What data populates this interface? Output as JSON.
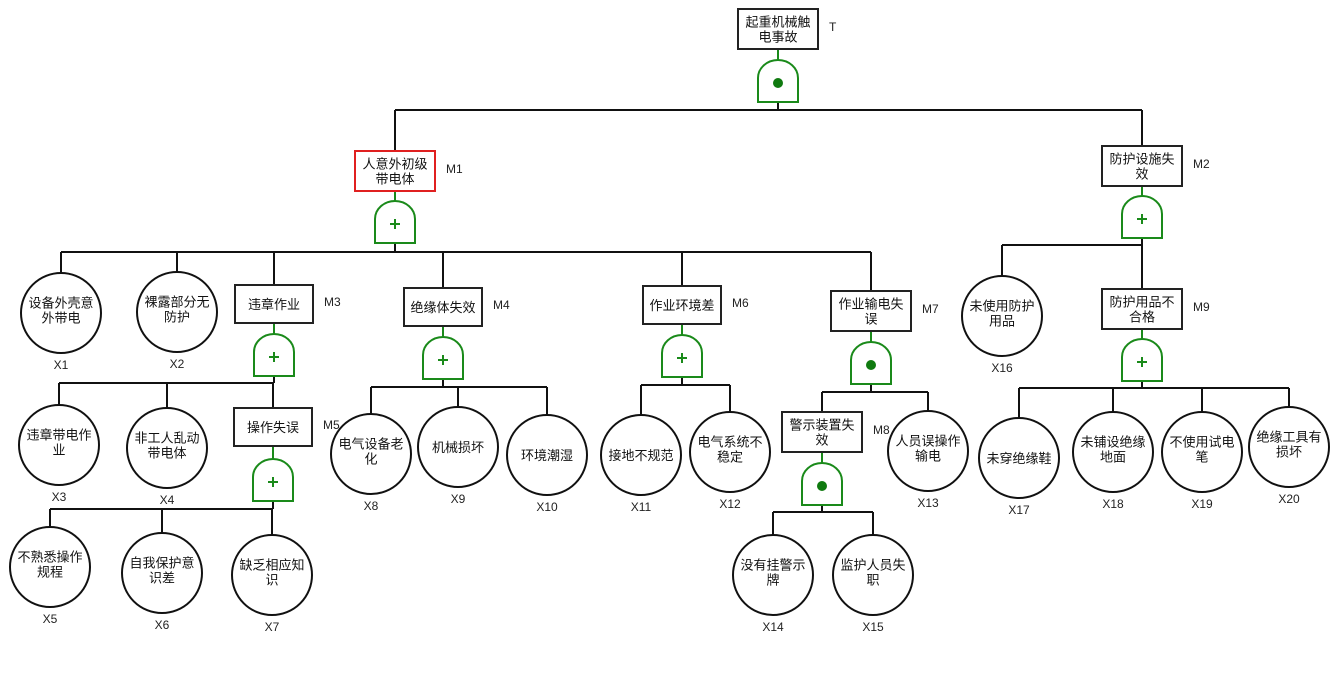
{
  "diagram": {
    "type": "fault-tree",
    "colors": {
      "gate": "#1a8a1a",
      "selected_border": "#e02020",
      "line": "#111111"
    },
    "events": [
      {
        "id": "T",
        "label_lines": [
          "起重机械触",
          "电事故"
        ],
        "gate": "and",
        "selected": false
      },
      {
        "id": "M1",
        "label_lines": [
          "人意外初级",
          "带电体"
        ],
        "gate": "or",
        "selected": true
      },
      {
        "id": "M2",
        "label_lines": [
          "防护设施失",
          "效"
        ],
        "gate": "or",
        "selected": false
      },
      {
        "id": "M3",
        "label_lines": [
          "违章作业"
        ],
        "gate": "or",
        "selected": false
      },
      {
        "id": "M4",
        "label_lines": [
          "绝缘体失效"
        ],
        "gate": "or",
        "selected": false
      },
      {
        "id": "M5",
        "label_lines": [
          "操作失误"
        ],
        "gate": "or",
        "selected": false
      },
      {
        "id": "M6",
        "label_lines": [
          "作业环境差"
        ],
        "gate": "or",
        "selected": false
      },
      {
        "id": "M7",
        "label_lines": [
          "作业输电失",
          "误"
        ],
        "gate": "and",
        "selected": false
      },
      {
        "id": "M8",
        "label_lines": [
          "警示装置失",
          "效"
        ],
        "gate": "and",
        "selected": false
      },
      {
        "id": "M9",
        "label_lines": [
          "防护用品不",
          "合格"
        ],
        "gate": "or",
        "selected": false
      }
    ],
    "basic_events": [
      {
        "id": "X1",
        "label_lines": [
          "设备外壳意",
          "外带电"
        ]
      },
      {
        "id": "X2",
        "label_lines": [
          "裸露部分无",
          "防护"
        ]
      },
      {
        "id": "X3",
        "label_lines": [
          "违章带电作",
          "业"
        ]
      },
      {
        "id": "X4",
        "label_lines": [
          "非工人乱动",
          "带电体"
        ]
      },
      {
        "id": "X5",
        "label_lines": [
          "不熟悉操作",
          "规程"
        ]
      },
      {
        "id": "X6",
        "label_lines": [
          "自我保护意",
          "识差"
        ]
      },
      {
        "id": "X7",
        "label_lines": [
          "缺乏相应知",
          "识"
        ]
      },
      {
        "id": "X8",
        "label_lines": [
          "电气设备老",
          "化"
        ]
      },
      {
        "id": "X9",
        "label_lines": [
          "机械损坏"
        ]
      },
      {
        "id": "X10",
        "label_lines": [
          "环境潮湿"
        ]
      },
      {
        "id": "X11",
        "label_lines": [
          "接地不规范"
        ]
      },
      {
        "id": "X12",
        "label_lines": [
          "电气系统不",
          "稳定"
        ]
      },
      {
        "id": "X13",
        "label_lines": [
          "人员误操作",
          "输电"
        ]
      },
      {
        "id": "X14",
        "label_lines": [
          "没有挂警示",
          "牌"
        ]
      },
      {
        "id": "X15",
        "label_lines": [
          "监护人员失",
          "职"
        ]
      },
      {
        "id": "X16",
        "label_lines": [
          "未使用防护",
          "用品"
        ]
      },
      {
        "id": "X17",
        "label_lines": [
          "未穿绝缘鞋"
        ]
      },
      {
        "id": "X18",
        "label_lines": [
          "未铺设绝缘",
          "地面"
        ]
      },
      {
        "id": "X19",
        "label_lines": [
          "不使用试电",
          "笔"
        ]
      },
      {
        "id": "X20",
        "label_lines": [
          "绝缘工具有",
          "损坏"
        ]
      }
    ],
    "edges": {
      "T": [
        "M1",
        "M2"
      ],
      "M1": [
        "X1",
        "X2",
        "M3",
        "M4",
        "M6",
        "M7"
      ],
      "M2": [
        "X16",
        "M9"
      ],
      "M3": [
        "X3",
        "X4",
        "M5"
      ],
      "M4": [
        "X8",
        "X9",
        "X10"
      ],
      "M5": [
        "X5",
        "X6",
        "X7"
      ],
      "M6": [
        "X11",
        "X12"
      ],
      "M7": [
        "M8",
        "X13"
      ],
      "M8": [
        "X14",
        "X15"
      ],
      "M9": [
        "X17",
        "X18",
        "X19",
        "X20"
      ]
    }
  }
}
